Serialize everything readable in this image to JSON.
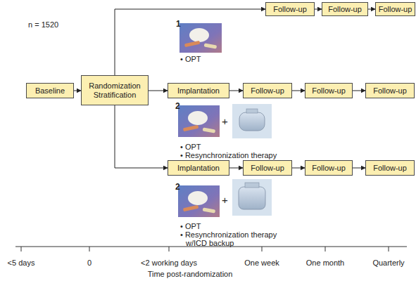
{
  "diagram": {
    "nodes": [
      {
        "text": [
          "Baseline"
        ]
      },
      {
        "text": [
          "Randomization Stratification"
        ]
      },
      {
        "text": [
          "Follow-up"
        ]
      },
      {
        "text": [
          "Follow-up"
        ]
      },
      {
        "text": [
          "Follow-up"
        ]
      },
      {
        "text": [
          "Implantation"
        ]
      },
      {
        "text": [
          "Follow-up"
        ]
      },
      {
        "text": [
          "Follow-up"
        ]
      },
      {
        "text": [
          "Follow-up"
        ]
      },
      {
        "text": [
          "Implantation"
        ]
      },
      {
        "text": [
          "Follow-up"
        ]
      },
      {
        "text": [
          "Follow-up"
        ]
      },
      {
        "text": [
          "Follow-up"
        ]
      }
    ],
    "edges": [
      {
        "from": 0,
        "to": 1,
        "arrow": "to"
      },
      {
        "from": 1,
        "to": 2,
        "arrow": "to"
      },
      {
        "from": 2,
        "to": 3,
        "arrow": "to"
      },
      {
        "from": 3,
        "to": 4,
        "arrow": "to"
      },
      {
        "from": 1,
        "to": 5,
        "arrow": "to"
      },
      {
        "from": 5,
        "to": 6,
        "arrow": "to"
      },
      {
        "from": 6,
        "to": 7,
        "arrow": "to"
      },
      {
        "from": 7,
        "to": 8,
        "arrow": "to"
      },
      {
        "from": 1,
        "to": 9,
        "arrow": "to"
      },
      {
        "from": 9,
        "to": 10,
        "arrow": "to"
      },
      {
        "from": 10,
        "to": 11,
        "arrow": "to"
      },
      {
        "from": 11,
        "to": 12,
        "arrow": "to"
      }
    ],
    "labels": [
      "n = 1520",
      "1",
      "• OPT",
      "2",
      "+",
      "• OPT",
      "• Resynchronization therapy",
      "2",
      "+",
      "• OPT",
      "• Resynchronization therapy w/ICD backup",
      "<5 days",
      "0",
      "<2 working days",
      "One week",
      "One month",
      "Quarterly",
      "Time post-randomization"
    ]
  }
}
